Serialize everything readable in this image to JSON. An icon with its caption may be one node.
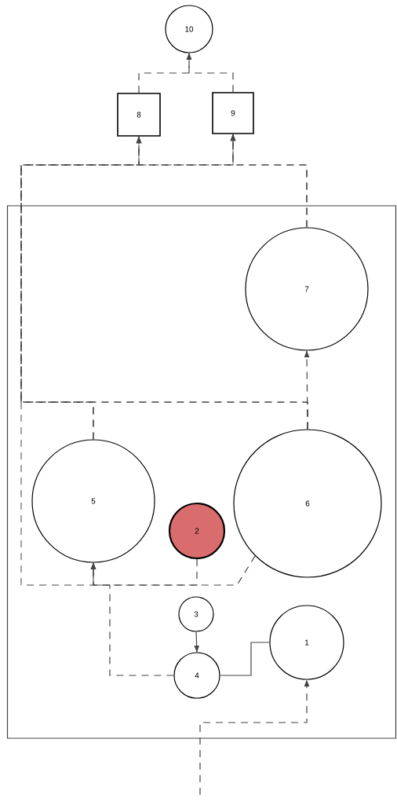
{
  "diagram": {
    "nodes": [
      {
        "text": [
          "10"
        ]
      },
      {
        "text": [
          "8"
        ]
      },
      {
        "text": [
          "9"
        ]
      },
      {
        "text": [],
        "shape": "box"
      },
      {
        "text": [
          "7"
        ],
        "in": 3
      },
      {
        "text": [
          "5"
        ],
        "in": 3
      },
      {
        "text": [
          "2"
        ],
        "in": 3
      },
      {
        "text": [
          "6"
        ],
        "in": 3
      },
      {
        "text": [
          "3"
        ],
        "in": 3
      },
      {
        "text": [
          "1"
        ],
        "in": 3
      },
      {
        "text": [
          "4"
        ],
        "in": 3
      }
    ],
    "edges": [
      {
        "from": null,
        "to": 9,
        "arrow": "to",
        "style": "dashed"
      },
      {
        "from": 9,
        "to": 10,
        "arrow": "none"
      },
      {
        "from": 8,
        "to": 10,
        "arrow": "to"
      },
      {
        "from": 10,
        "to": 5,
        "arrow": "to",
        "style": "dashed"
      },
      {
        "from": 6,
        "to": 5,
        "arrow": "to",
        "style": "dashed"
      },
      {
        "from": 7,
        "to": 5,
        "arrow": "to",
        "style": "dashed"
      },
      {
        "from": 7,
        "to": 4,
        "arrow": "to",
        "style": "dashed"
      },
      {
        "from": 5,
        "to": 1,
        "arrow": "to",
        "style": "dashed"
      },
      {
        "from": 5,
        "to": 2,
        "arrow": "to",
        "style": "dashed"
      },
      {
        "from": 7,
        "to": 1,
        "arrow": "to",
        "style": "dashed"
      },
      {
        "from": 7,
        "to": 2,
        "arrow": "to",
        "style": "dashed"
      },
      {
        "from": 4,
        "to": 1,
        "arrow": "to",
        "style": "dashed"
      },
      {
        "from": 4,
        "to": 2,
        "arrow": "to",
        "style": "dashed"
      },
      {
        "from": 1,
        "to": 0,
        "arrow": "to",
        "style": "dashed"
      },
      {
        "from": 2,
        "to": 0,
        "arrow": "to",
        "style": "dashed"
      }
    ]
  }
}
